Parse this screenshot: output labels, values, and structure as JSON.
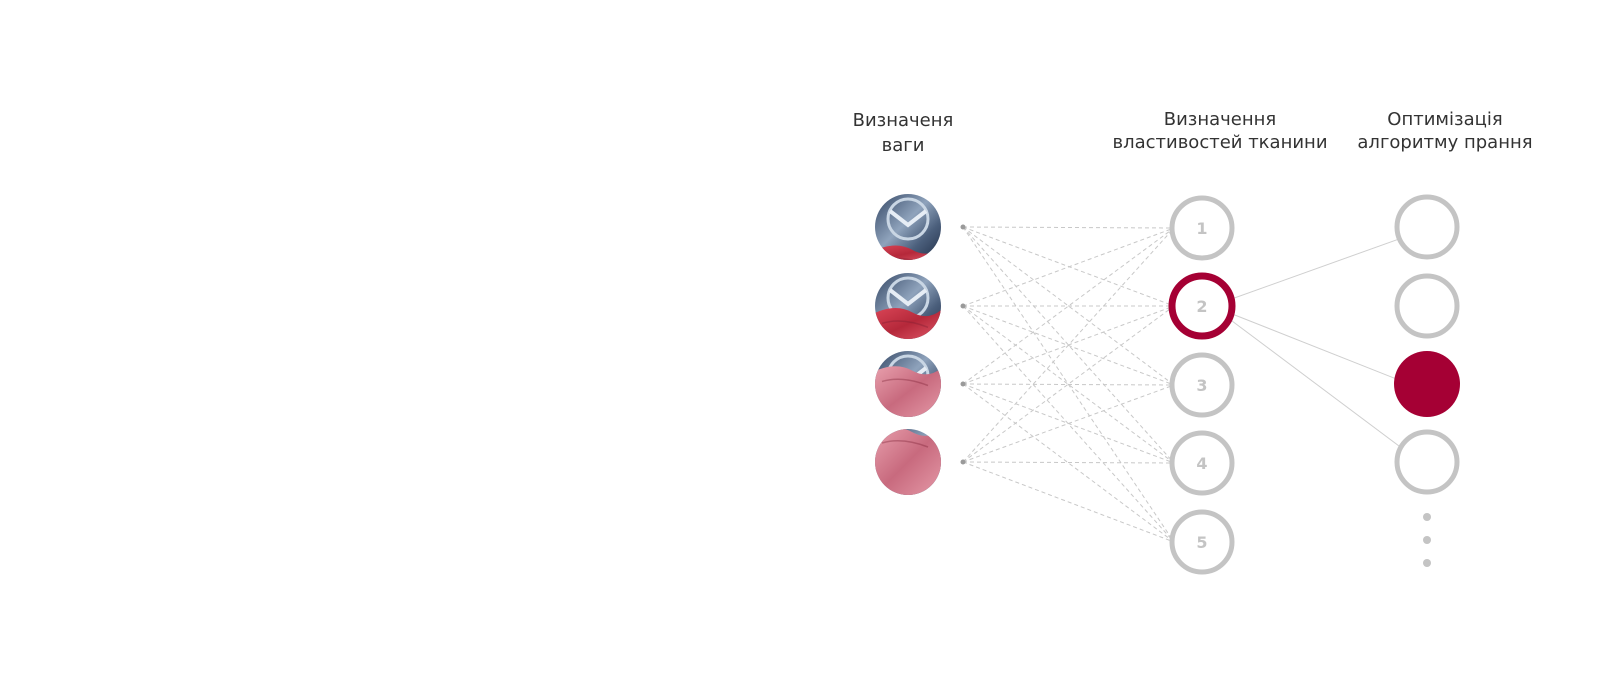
{
  "titles": {
    "weight": "Визначеня\nваги",
    "fabric": "Визначення\nвластивостей тканини",
    "optimization": "Оптимізація\nалгоритму прання"
  },
  "fabric_nodes": [
    "1",
    "2",
    "3",
    "4",
    "5"
  ],
  "selected_fabric": "2",
  "selected_optimization_index": 2,
  "optimization_nodes_count": 4,
  "load_levels": [
    0.2,
    0.45,
    0.75,
    1.0
  ],
  "colors": {
    "accent": "#a50034",
    "node_ring": "#c4c4c4",
    "node_label": "#c4c4c4",
    "link": "#c8c8c8",
    "title": "#333333",
    "fabric": "#d97f8f",
    "drum": "#5d6f87"
  }
}
